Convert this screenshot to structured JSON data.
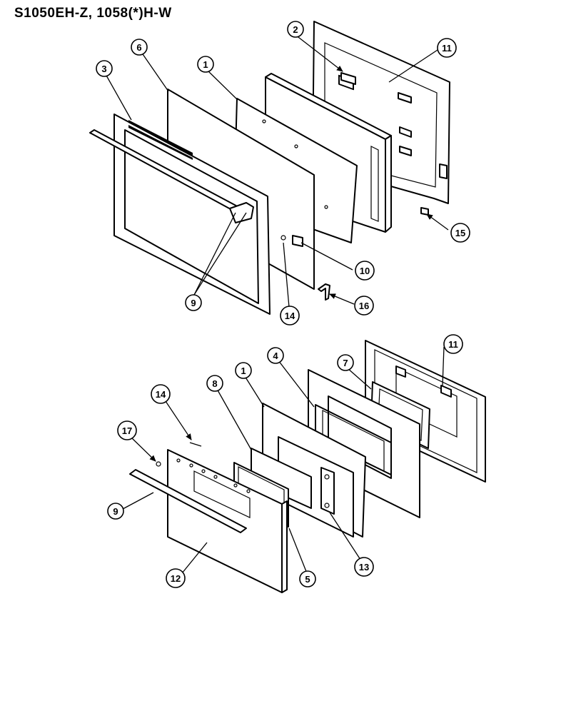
{
  "title": "S1050EH-Z, 1058(*)H-W",
  "callouts": {
    "top": [
      "2",
      "11",
      "6",
      "1",
      "3",
      "15",
      "10",
      "9",
      "14",
      "16"
    ],
    "bottom": [
      "11",
      "1",
      "4",
      "7",
      "8",
      "14",
      "17",
      "9",
      "12",
      "5",
      "13"
    ]
  }
}
